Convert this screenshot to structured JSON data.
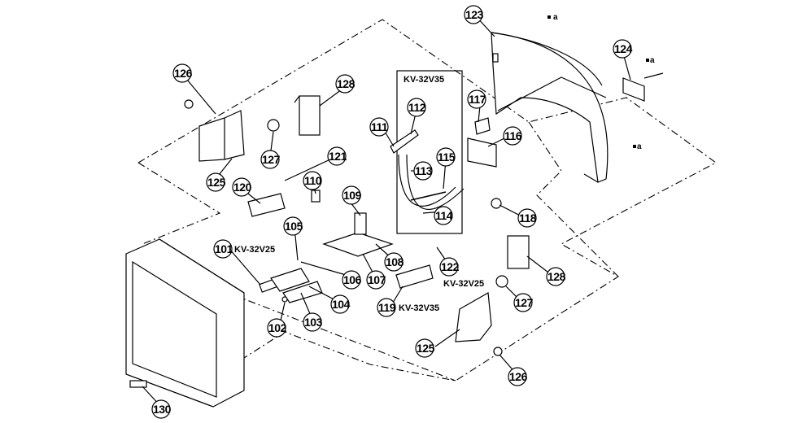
{
  "model_labels": {
    "kv32v35_box": "KV-32V35",
    "kv32v25_101": "KV-32V25",
    "kv32v25_127": "KV-32V25",
    "kv32v35_119": "KV-32V35"
  },
  "parts": [
    {
      "id": "p101",
      "label": "101"
    },
    {
      "id": "p102",
      "label": "102"
    },
    {
      "id": "p103",
      "label": "103"
    },
    {
      "id": "p104",
      "label": "104"
    },
    {
      "id": "p105",
      "label": "105"
    },
    {
      "id": "p106",
      "label": "106"
    },
    {
      "id": "p107",
      "label": "107"
    },
    {
      "id": "p108",
      "label": "108"
    },
    {
      "id": "p109",
      "label": "109"
    },
    {
      "id": "p110",
      "label": "110"
    },
    {
      "id": "p111",
      "label": "111"
    },
    {
      "id": "p112",
      "label": "112"
    },
    {
      "id": "p113",
      "label": "113"
    },
    {
      "id": "p114",
      "label": "114"
    },
    {
      "id": "p115",
      "label": "115"
    },
    {
      "id": "p116",
      "label": "116"
    },
    {
      "id": "p117",
      "label": "117"
    },
    {
      "id": "p118",
      "label": "118"
    },
    {
      "id": "p119",
      "label": "119"
    },
    {
      "id": "p120",
      "label": "120"
    },
    {
      "id": "p121",
      "label": "121"
    },
    {
      "id": "p122",
      "label": "122"
    },
    {
      "id": "p123",
      "label": "123"
    },
    {
      "id": "p124",
      "label": "124"
    },
    {
      "id": "p125a",
      "label": "125"
    },
    {
      "id": "p125b",
      "label": "125"
    },
    {
      "id": "p126a",
      "label": "126"
    },
    {
      "id": "p126b",
      "label": "126"
    },
    {
      "id": "p127a",
      "label": "127"
    },
    {
      "id": "p127b",
      "label": "127"
    },
    {
      "id": "p128a",
      "label": "128"
    },
    {
      "id": "p128b",
      "label": "128"
    },
    {
      "id": "p130",
      "label": "130"
    }
  ],
  "screw_marks": [
    "a",
    "a",
    "a"
  ]
}
